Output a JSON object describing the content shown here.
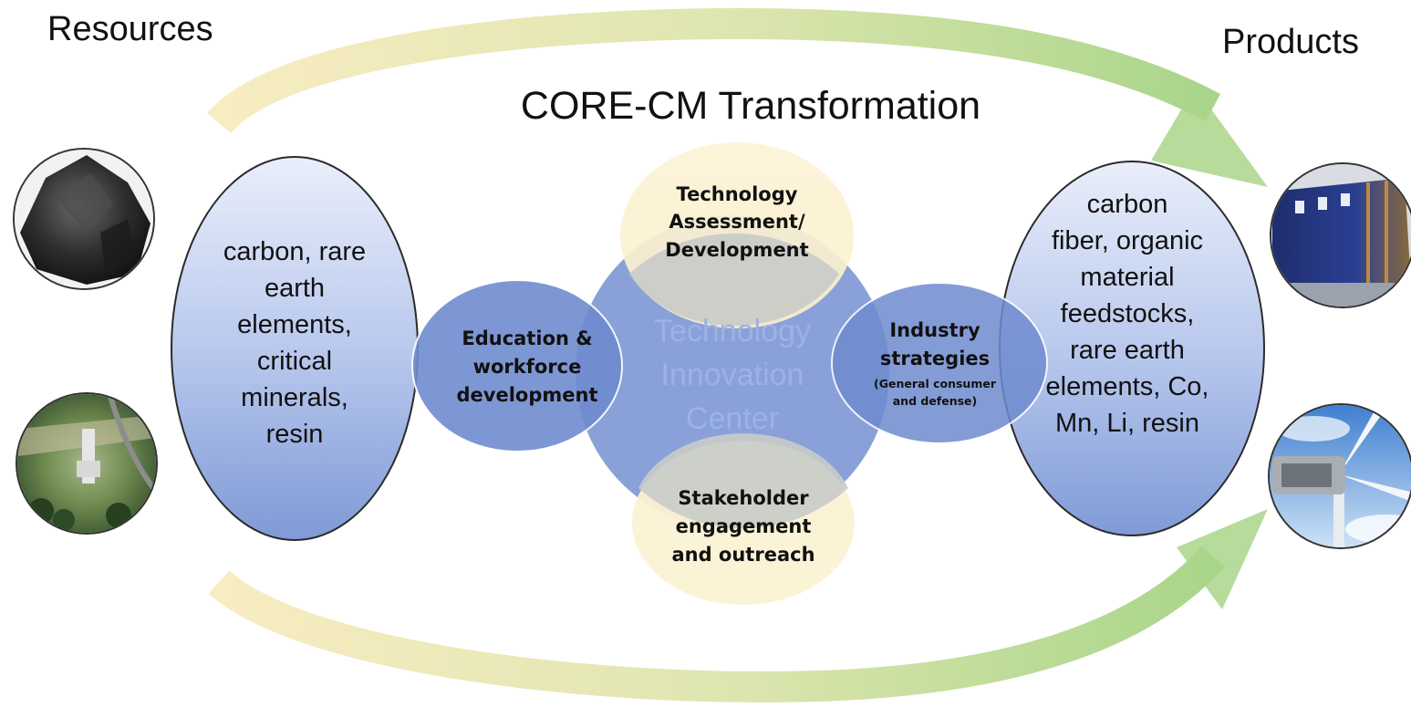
{
  "headings": {
    "resources": "Resources",
    "products": "Products",
    "transformation": "CORE-CM Transformation"
  },
  "resources_ellipse": [
    "carbon, rare",
    "earth",
    "elements,",
    "critical",
    "minerals,",
    "resin"
  ],
  "products_ellipse": [
    "carbon",
    "fiber, organic",
    "material",
    "feedstocks,",
    "rare earth",
    "elements, Co,",
    "Mn, Li, resin"
  ],
  "center": [
    "Technology",
    "Innovation",
    "Center"
  ],
  "petals": {
    "top": [
      "Technology",
      "Assessment/",
      "Development"
    ],
    "bottom": [
      "Stakeholder",
      "engagement",
      "and outreach"
    ],
    "left": [
      "Education &",
      "workforce",
      "development"
    ],
    "right_title": [
      "Industry",
      "strategies"
    ],
    "right_sub": [
      "(General consumer",
      "and defense)"
    ]
  },
  "images": [
    "coal-icon",
    "mine-site-icon",
    "aircraft-fuselage-icon",
    "wind-turbine-icon"
  ],
  "colors": {
    "ellipse_blue": "#7f9ad6",
    "center_blue": "#7c97d4",
    "cream": "#fbf2d4",
    "grey_petal": "#c9cbc8",
    "center_text": "#8aa4df",
    "arrow_start": "#f6e7b0",
    "arrow_end": "#9fce7a"
  }
}
